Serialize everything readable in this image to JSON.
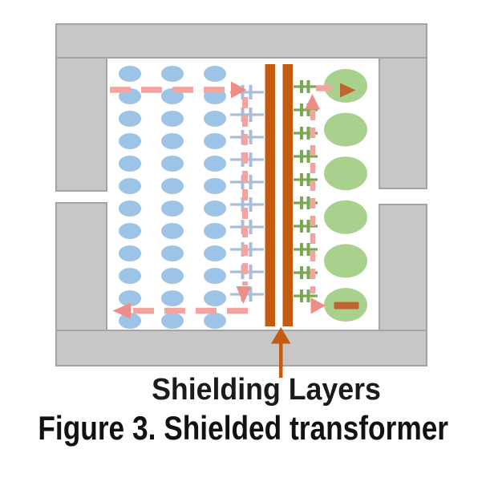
{
  "figure": {
    "annotation_label": "Shielding Layers",
    "caption": "Figure 3. Shielded transformer"
  },
  "diagram": {
    "core": {
      "fill": "#c7c7c7",
      "stroke": "#a4a4a4"
    },
    "primary_winding": {
      "fill": "#9dc3e6",
      "columns": 3,
      "rows": 12
    },
    "secondary_winding": {
      "fill": "#a9d18e",
      "turns": 6
    },
    "shielding_layers": {
      "fill": "#c55a11",
      "count": 2
    },
    "primary_parasitic_caps": {
      "fill": "#a6bed9",
      "count": 10
    },
    "secondary_parasitic_caps": {
      "fill": "#79a850",
      "count": 10
    },
    "noise_current_path": {
      "dash": "#f4a4a0",
      "arrow": "#ee8d88"
    },
    "polarity_markers": {
      "color": "#c0652f",
      "start": "arrow-right",
      "end": "minus"
    },
    "label_arrow": {
      "color": "#c55a11"
    }
  }
}
